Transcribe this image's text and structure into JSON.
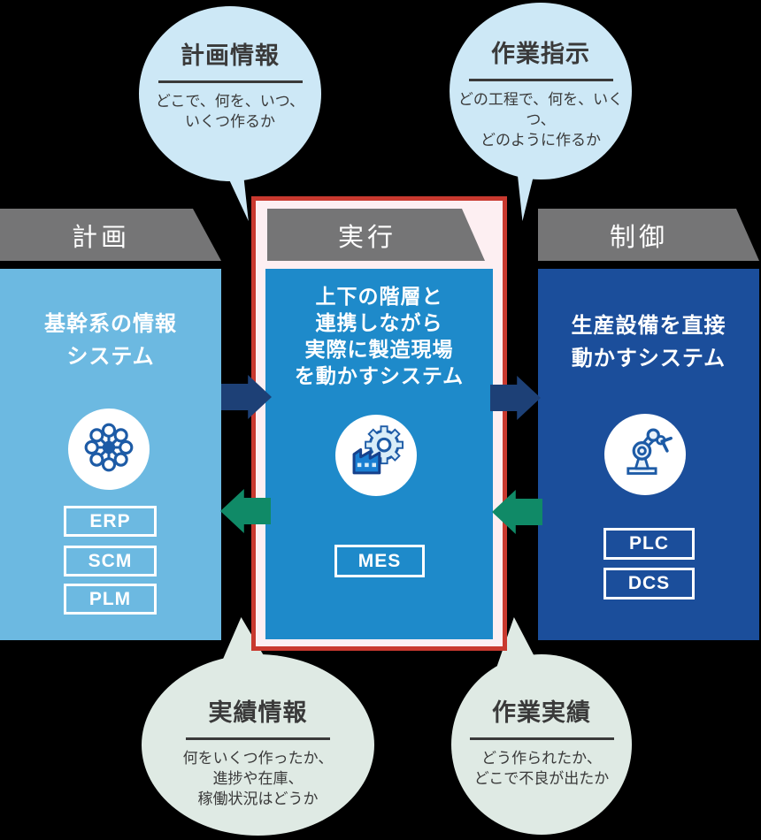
{
  "bubbles": {
    "top_left": {
      "title": "計画情報",
      "lines": [
        "どこで、何を、いつ、",
        "いくつ作るか"
      ]
    },
    "top_right": {
      "title": "作業指示",
      "lines": [
        "どの工程で、何を、いくつ、",
        "どのように作るか"
      ]
    },
    "bottom_left": {
      "title": "実績情報",
      "lines": [
        "何をいくつ作ったか、",
        "進捗や在庫、",
        "稼働状況はどうか"
      ]
    },
    "bottom_right": {
      "title": "作業実績",
      "lines": [
        "どう作られたか、",
        "どこで不良が出たか"
      ]
    }
  },
  "columns": {
    "plan": {
      "header": "計画",
      "desc": [
        "基幹系の情報",
        "システム"
      ],
      "icon": "network-icon",
      "systems": [
        "ERP",
        "SCM",
        "PLM"
      ]
    },
    "execute": {
      "header": "実行",
      "desc": [
        "上下の階層と",
        "連携しながら",
        "実際に製造現場",
        "を動かすシステム"
      ],
      "icon": "factory-gear-icon",
      "systems": [
        "MES"
      ]
    },
    "control": {
      "header": "制御",
      "desc": [
        "生産設備を直接",
        "動かすシステム"
      ],
      "icon": "robot-arm-icon",
      "systems": [
        "PLC",
        "DCS"
      ]
    }
  },
  "colors": {
    "plan_column": "#6cb9e1",
    "execute_column": "#1e8aca",
    "control_column": "#1b4e9b",
    "header_banner": "#757576",
    "highlight_border": "#c9392f",
    "highlight_bg": "#fdeff2",
    "info_bubble": "#cde8f6",
    "result_bubble": "#dfeae4",
    "forward_arrow": "#1d4076",
    "feedback_arrow": "#108a67",
    "icon_stroke": "#1d5ba6",
    "text_dark": "#3a3a3a"
  }
}
